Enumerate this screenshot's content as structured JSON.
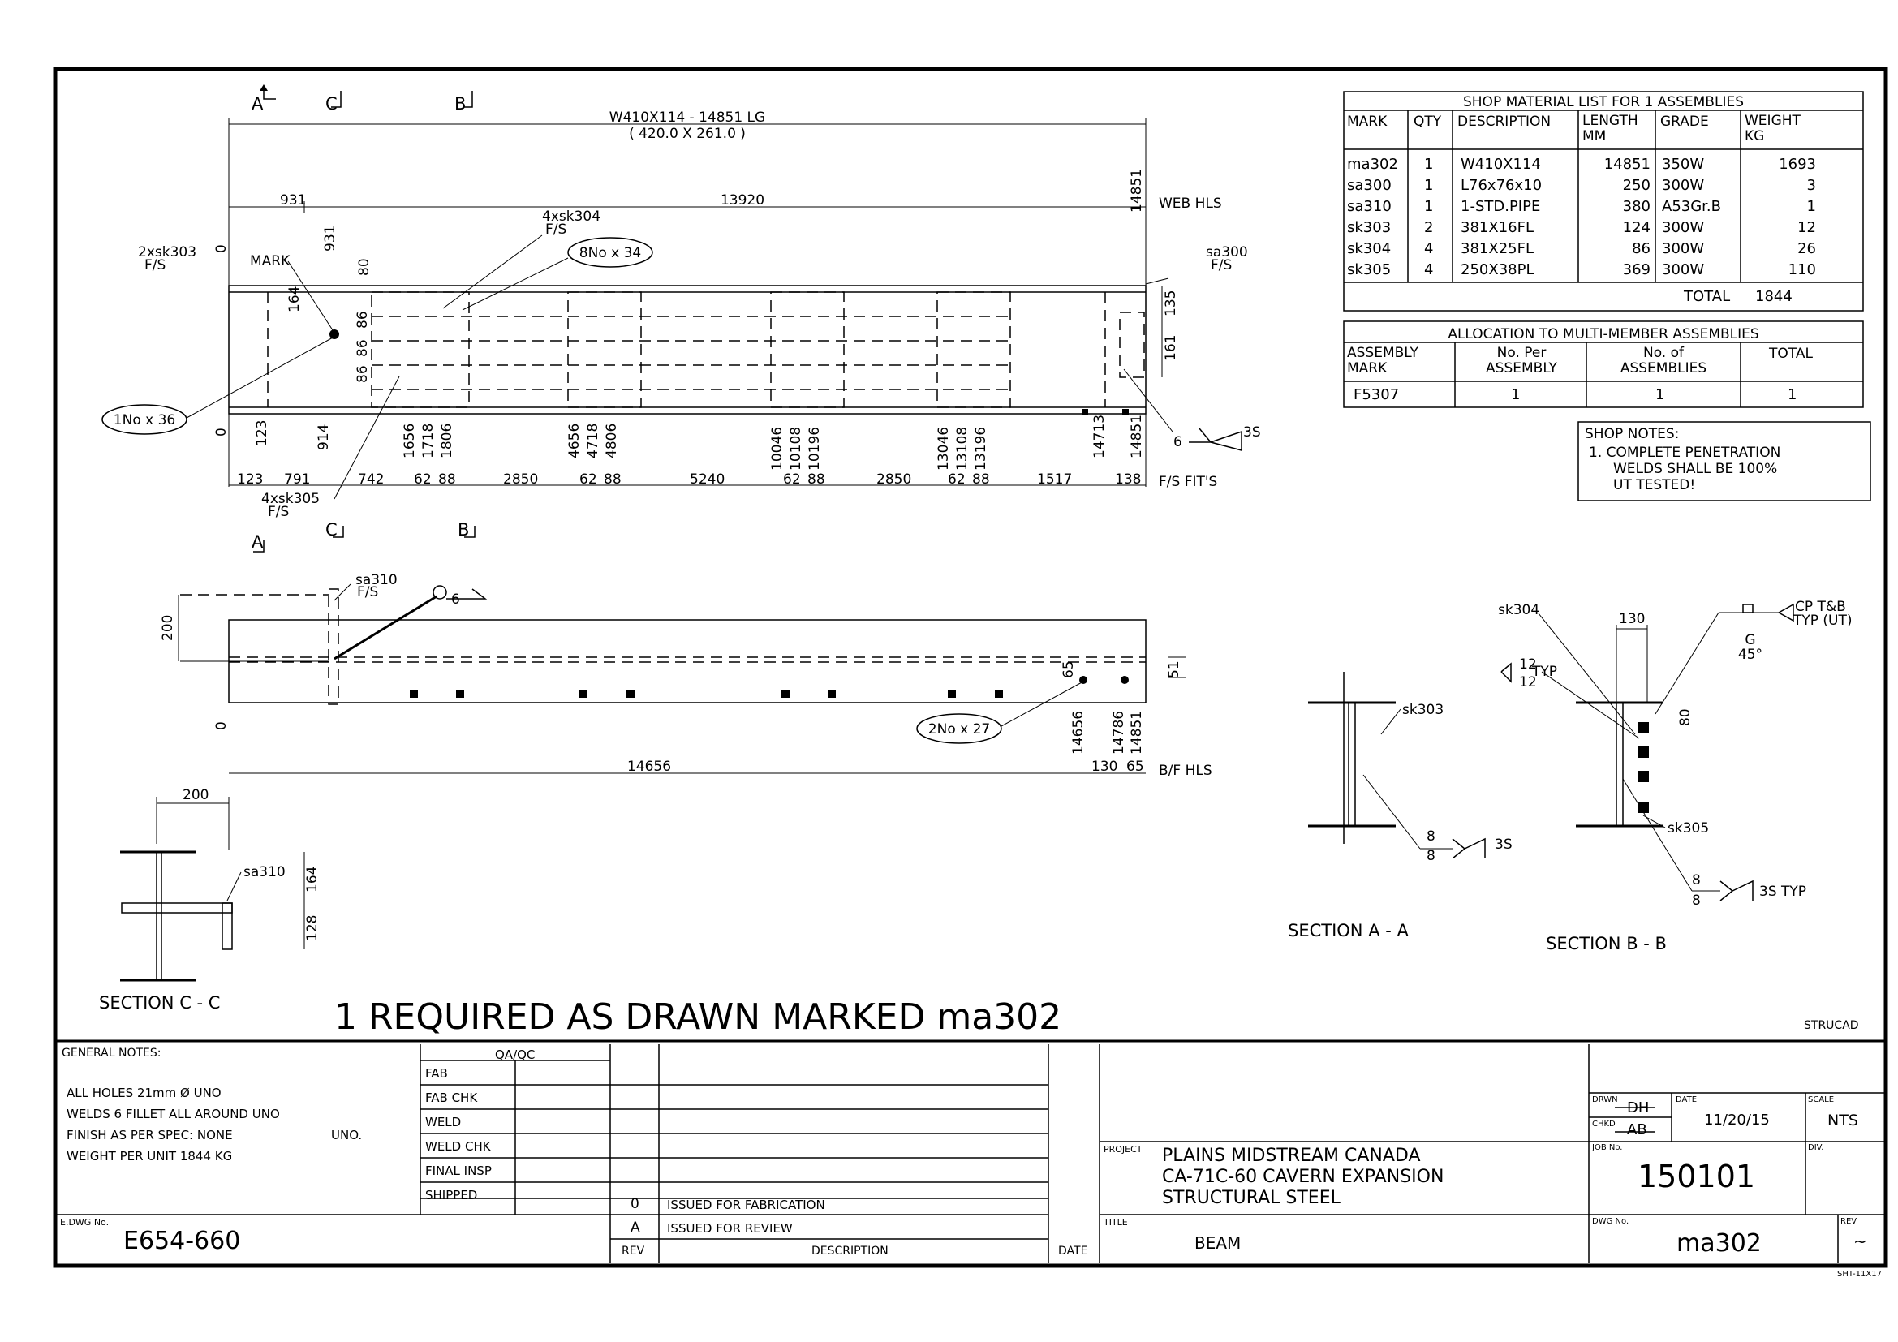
{
  "title_note": "1 REQUIRED AS DRAWN MARKED ma302",
  "software": "STRUCAD",
  "sheet_size": "SHT-11X17",
  "elevation": {
    "section_marks": [
      "A",
      "C",
      "B"
    ],
    "overall_label": "W410X114 - 14851 LG",
    "overall_sub": "( 420.0 X 261.0 )",
    "top_dims": [
      "931",
      "13920"
    ],
    "web_hls": "WEB HLS",
    "fs_fits": "F/S FIT'S",
    "bf_hls": "B/F HLS",
    "mark": "MARK",
    "callouts": {
      "sk303": "2xsk303",
      "sk303_fs": "F/S",
      "sk304": "4xsk304",
      "sk304_fs": "F/S",
      "sk305": "4xsk305",
      "sk305_fs": "F/S",
      "sa300": "sa300",
      "sa300_fs": "F/S",
      "sa310": "sa310",
      "sa310_fs": "F/S",
      "holes_8": "8No x 34",
      "holes_1": "1No x 36",
      "holes_2": "2No x 27",
      "weld6": "6",
      "weld3s": "3S"
    },
    "vert_dims_top": [
      "0",
      "931",
      "80",
      "164",
      "86",
      "86",
      "86",
      "123",
      "0",
      "914"
    ],
    "ord_dims": [
      "1656",
      "1718",
      "1806",
      "4656",
      "4718",
      "4806",
      "10046",
      "10108",
      "10196",
      "13046",
      "13108",
      "13196",
      "14713",
      "14851"
    ],
    "right_dims": [
      "14851",
      "135",
      "161"
    ],
    "bottom_dims": [
      "123",
      "791",
      "742",
      "62",
      "88",
      "2850",
      "62",
      "88",
      "5240",
      "62",
      "88",
      "2850",
      "62",
      "88",
      "1517",
      "138"
    ],
    "plan_dims": [
      "200",
      "0",
      "14656",
      "14656",
      "14786",
      "14851",
      "130",
      "65",
      "65",
      "51"
    ]
  },
  "material_list": {
    "title": "SHOP MATERIAL LIST FOR 1 ASSEMBLIES",
    "headers": [
      "MARK",
      "QTY",
      "DESCRIPTION",
      "LENGTH MM",
      "GRADE",
      "WEIGHT KG"
    ],
    "rows": [
      [
        "ma302",
        "1",
        "W410X114",
        "14851",
        "350W",
        "1693"
      ],
      [
        "sa300",
        "1",
        "L76x76x10",
        "250",
        "300W",
        "3"
      ],
      [
        "sa310",
        "1",
        "1-STD.PIPE",
        "380",
        "A53Gr.B",
        "1"
      ],
      [
        "sk303",
        "2",
        "381X16FL",
        "124",
        "300W",
        "12"
      ],
      [
        "sk304",
        "4",
        "381X25FL",
        "86",
        "300W",
        "26"
      ],
      [
        "sk305",
        "4",
        "250X38PL",
        "369",
        "300W",
        "110"
      ]
    ],
    "total_label": "TOTAL",
    "total_value": "1844"
  },
  "allocation": {
    "title": "ALLOCATION TO MULTI-MEMBER ASSEMBLIES",
    "headers": [
      "ASSEMBLY MARK",
      "No. Per ASSEMBLY",
      "No. of ASSEMBLIES",
      "TOTAL"
    ],
    "row": [
      "F5307",
      "1",
      "1",
      "1"
    ]
  },
  "shop_notes": {
    "title": "SHOP NOTES:",
    "lines": [
      "1.  COMPLETE PENETRATION",
      "WELDS SHALL BE 100%",
      "UT TESTED!"
    ]
  },
  "sections": {
    "aa": {
      "label": "SECTION A - A",
      "sk303": "sk303",
      "weld_top": "8",
      "weld_bot": "8",
      "weld_3s": "3S"
    },
    "bb": {
      "label": "SECTION B - B",
      "sk304": "sk304",
      "sk305": "sk305",
      "dim130": "130",
      "dim80": "80",
      "cp": "CP T&B",
      "typ_ut": "TYP (UT)",
      "g": "G",
      "angle": "45°",
      "typ": "TYP",
      "w12a": "12",
      "w12b": "12",
      "weld_top": "8",
      "weld_bot": "8",
      "weld_3s": "3S TYP"
    },
    "cc": {
      "label": "SECTION C - C",
      "sa310": "sa310",
      "dim200": "200",
      "dim164": "164",
      "dim128": "128"
    }
  },
  "title_block": {
    "general_notes_title": "GENERAL NOTES:",
    "general_notes": [
      "ALL HOLES 21mm Ø UNO",
      "WELDS 6 FILLET ALL AROUND UNO",
      "FINISH AS PER SPEC: NONE",
      "WEIGHT PER UNIT 1844 KG"
    ],
    "uno": "UNO.",
    "qa_title": "QA/QC",
    "qa_rows": [
      "FAB",
      "FAB CHK",
      "WELD",
      "WELD CHK",
      "FINAL INSP",
      "SHIPPED"
    ],
    "revisions": [
      {
        "rev": "0",
        "desc": "ISSUED FOR FABRICATION"
      },
      {
        "rev": "A",
        "desc": "ISSUED FOR REVIEW"
      }
    ],
    "rev_header": "REV",
    "desc_header": "DESCRIPTION",
    "date_header": "DATE",
    "edwg_label": "E.DWG No.",
    "edwg": "E654-660",
    "project_label": "PROJECT",
    "project_lines": [
      "PLAINS MIDSTREAM CANADA",
      "CA-71C-60 CAVERN EXPANSION",
      "STRUCTURAL STEEL"
    ],
    "title_label": "TITLE",
    "title": "BEAM",
    "drwn_label": "DRWN",
    "drwn": "DH",
    "chkd_label": "CHKD",
    "chkd": "AB",
    "date_label": "DATE",
    "date": "11/20/15",
    "scale_label": "SCALE",
    "scale": "NTS",
    "job_label": "JOB No.",
    "job": "150101",
    "div_label": "DIV.",
    "dwg_label": "DWG No.",
    "dwg": "ma302",
    "rev_label": "REV",
    "rev": "~"
  }
}
